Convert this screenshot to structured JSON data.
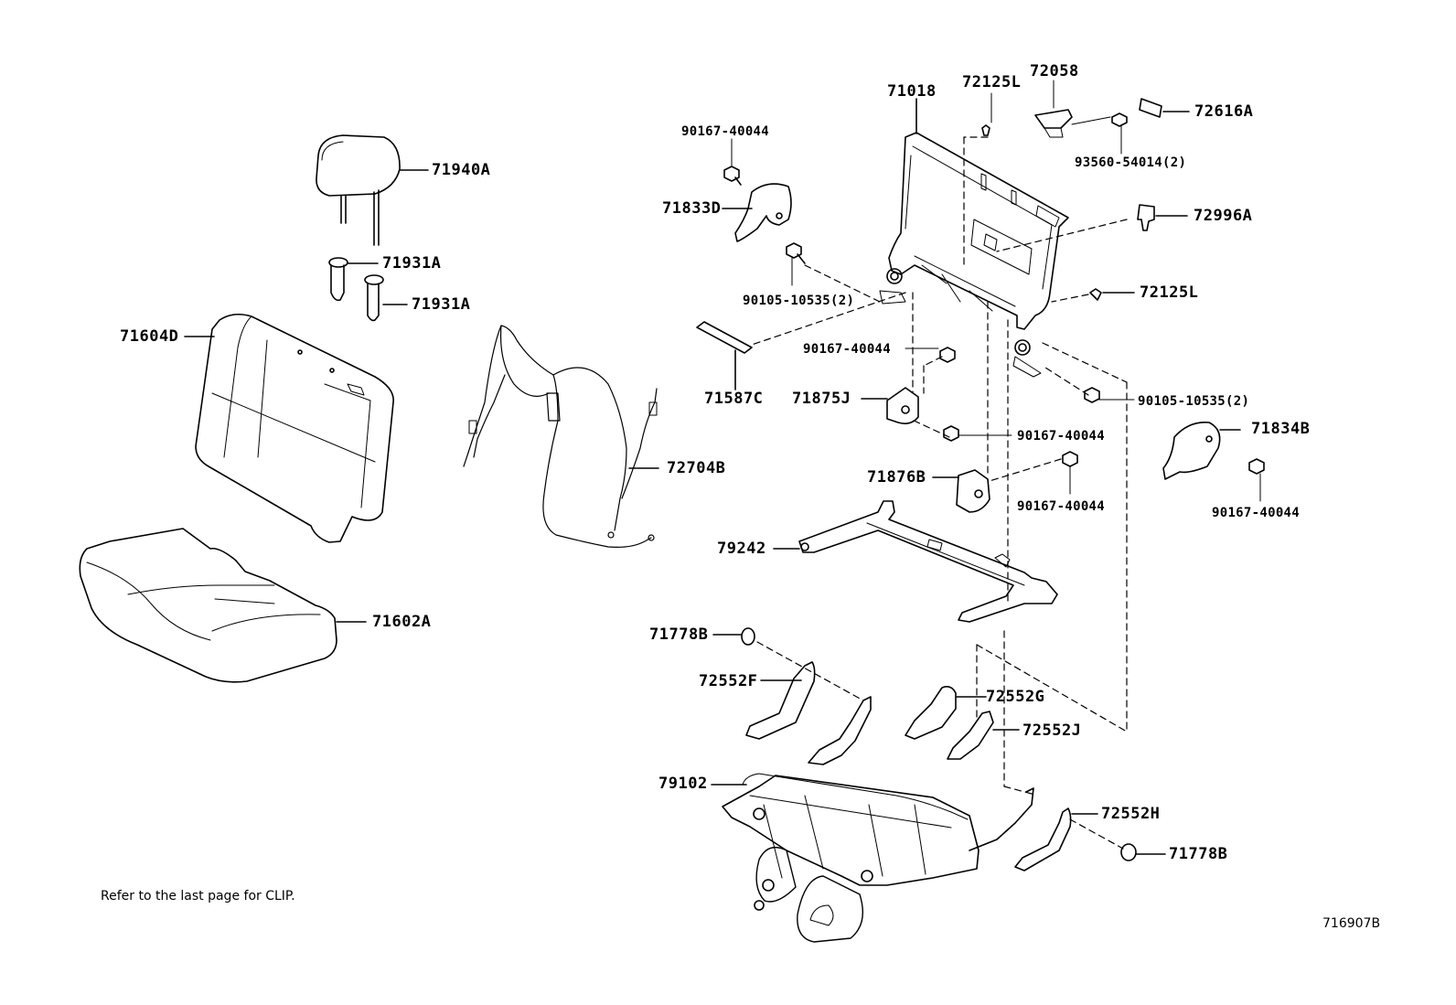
{
  "parts": {
    "p71940A": "71940A",
    "p71931A_1": "71931A",
    "p71931A_2": "71931A",
    "p71604D": "71604D",
    "p71602A": "71602A",
    "p72704B": "72704B",
    "p90167_40044_a": "90167-40044",
    "p71833D": "71833D",
    "p90105_10535_a": "90105-10535(2)",
    "p71018": "71018",
    "p72125L_top": "72125L",
    "p72058": "72058",
    "p72616A": "72616A",
    "p93560_54014": "93560-54014(2)",
    "p72996A": "72996A",
    "p72125L_mid": "72125L",
    "p71587C": "71587C",
    "p90167_40044_b": "90167-40044",
    "p71875J": "71875J",
    "p90105_10535_b": "90105-10535(2)",
    "p90167_40044_c": "90167-40044",
    "p71834B": "71834B",
    "p71876B": "71876B",
    "p90167_40044_d": "90167-40044",
    "p90167_40044_e": "90167-40044",
    "p79242": "79242",
    "p71778B_1": "71778B",
    "p72552F": "72552F",
    "p72552G": "72552G",
    "p72552J": "72552J",
    "p79102": "79102",
    "p72552H": "72552H",
    "p71778B_2": "71778B"
  },
  "note": "Refer to the last page for CLIP.",
  "diagram_id": "716907B"
}
